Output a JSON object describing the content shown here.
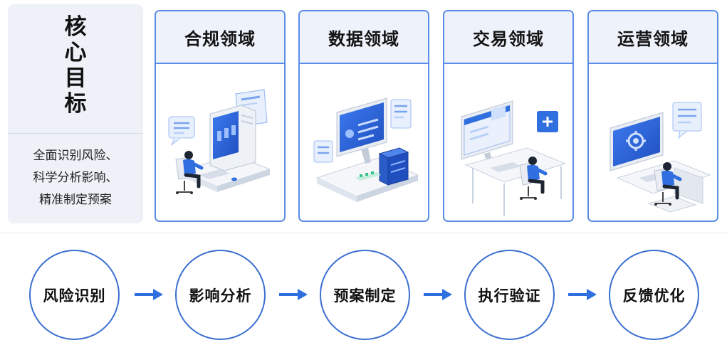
{
  "goal": {
    "title_chars": [
      "核",
      "心",
      "目",
      "标"
    ],
    "description_lines": [
      "全面识别风险、",
      "科学分析影响、",
      "精准制定预案"
    ]
  },
  "domains": [
    {
      "title": "合规领域",
      "illustration": "person-at-server-desk-icon"
    },
    {
      "title": "数据领域",
      "illustration": "monitor-with-database-icon"
    },
    {
      "title": "交易领域",
      "illustration": "trading-workstation-icon"
    },
    {
      "title": "运营领域",
      "illustration": "operations-settings-monitor-icon"
    }
  ],
  "process_steps": [
    "风险识别",
    "影响分析",
    "预案制定",
    "执行验证",
    "反馈优化"
  ],
  "colors": {
    "accent_blue": "#2f6fe0",
    "card_border": "#5b8de6",
    "header_bg": "#eef3fb",
    "goal_bg": "#eef2f8"
  }
}
